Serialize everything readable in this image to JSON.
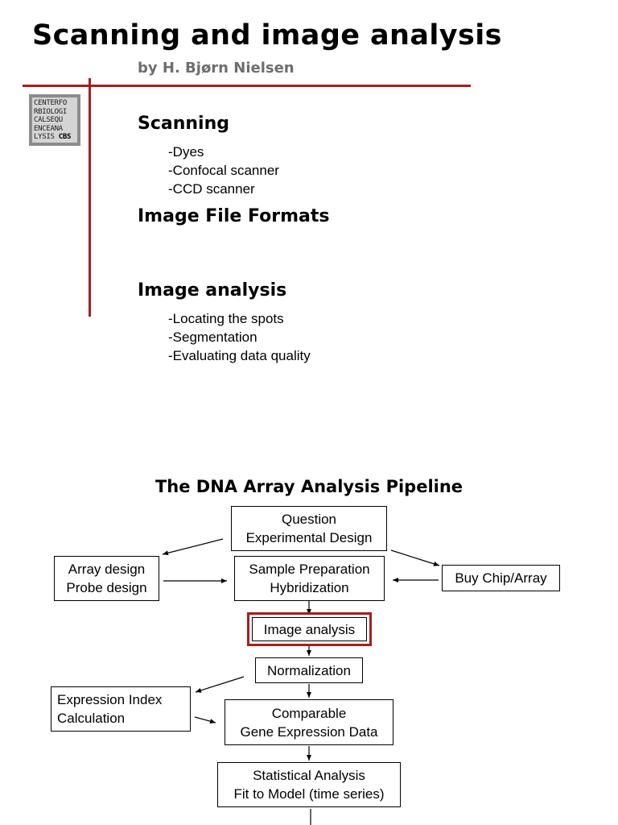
{
  "slide1": {
    "title": "Scanning and image analysis",
    "author": "by H. Bjørn Nielsen",
    "logo": {
      "lines": [
        "CENTERFO",
        "RBIOLOGI",
        "CALSEQU",
        "ENCEANA",
        "LYSIS "
      ],
      "brand": "CBS"
    },
    "sections": [
      {
        "heading": "Scanning",
        "items": [
          "-Dyes",
          "-Confocal scanner",
          "-CCD scanner"
        ]
      },
      {
        "heading": "Image File Formats",
        "items": []
      },
      {
        "heading": "Image analysis",
        "items": [
          "-Locating the spots",
          "-Segmentation",
          "-Evaluating data quality"
        ]
      }
    ]
  },
  "pipeline": {
    "title": "The DNA Array Analysis Pipeline",
    "boxes": {
      "question": [
        "Question",
        "Experimental Design"
      ],
      "array_design": [
        "Array design",
        "Probe design"
      ],
      "sample_prep": [
        "Sample Preparation",
        "Hybridization"
      ],
      "buy_chip": [
        "Buy Chip/Array"
      ],
      "image_analysis": [
        "Image analysis"
      ],
      "normalization": [
        "Normalization"
      ],
      "expression_index": [
        "Expression Index",
        "Calculation"
      ],
      "comparable": [
        "Comparable",
        "Gene Expression Data"
      ],
      "statistical": [
        "Statistical Analysis",
        "Fit to Model (time series)"
      ]
    }
  }
}
